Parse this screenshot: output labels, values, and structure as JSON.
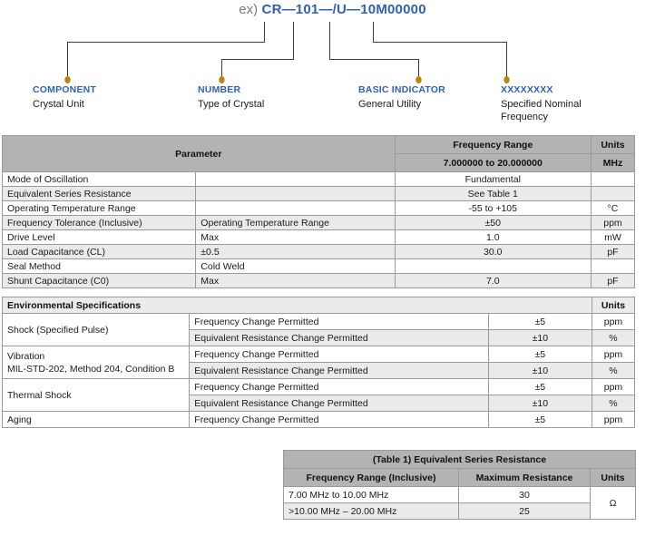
{
  "part_number": {
    "prefix": "ex)",
    "code": "CR—101—/U—10M00000"
  },
  "callouts": [
    {
      "title": "COMPONENT",
      "desc": "Crystal Unit"
    },
    {
      "title": "NUMBER",
      "desc": "Type of Crystal"
    },
    {
      "title": "BASIC INDICATOR",
      "desc": "General Utility"
    },
    {
      "title": "XXXXXXXX",
      "desc": "Specified Nominal Frequency"
    }
  ],
  "main_table": {
    "header": {
      "parameter": "Parameter",
      "frequency_range": "Frequency Range",
      "frequency_value": "7.000000 to 20.000000",
      "units": "Units",
      "units_value": "MHz"
    },
    "rows": [
      {
        "parameter": "Mode of Oscillation",
        "condition": "",
        "value": "Fundamental",
        "unit": ""
      },
      {
        "parameter": "Equivalent Series Resistance",
        "condition": "",
        "value": "See Table 1",
        "unit": ""
      },
      {
        "parameter": "Operating Temperature Range",
        "condition": "",
        "value": "-55 to +105",
        "unit": "°C"
      },
      {
        "parameter": "Frequency Tolerance (Inclusive)",
        "condition": "Operating Temperature Range",
        "value": "±50",
        "unit": "ppm"
      },
      {
        "parameter": "Drive Level",
        "condition": "Max",
        "value": "1.0",
        "unit": "mW"
      },
      {
        "parameter": "Load Capacitance (CL)",
        "condition": "±0.5",
        "value": "30.0",
        "unit": "pF"
      },
      {
        "parameter": "Seal Method",
        "condition": "Cold Weld",
        "value": "",
        "unit": ""
      },
      {
        "parameter": "Shunt Capacitance (C0)",
        "condition": "Max",
        "value": "7.0",
        "unit": "pF"
      }
    ]
  },
  "env_table": {
    "header": {
      "title": "Environmental Specifications",
      "units": "Units"
    },
    "groups": [
      {
        "label": "Shock (Specified Pulse)",
        "sub": "",
        "rows": [
          {
            "test": "Frequency Change Permitted",
            "value": "±5",
            "unit": "ppm"
          },
          {
            "test": "Equivalent Resistance Change Permitted",
            "value": "±10",
            "unit": "%"
          }
        ]
      },
      {
        "label": "Vibration",
        "sub": "MIL-STD-202, Method 204, Condition B",
        "rows": [
          {
            "test": "Frequency Change Permitted",
            "value": "±5",
            "unit": "ppm"
          },
          {
            "test": "Equivalent Resistance Change Permitted",
            "value": "±10",
            "unit": "%"
          }
        ]
      },
      {
        "label": "Thermal Shock",
        "sub": "",
        "rows": [
          {
            "test": "Frequency Change Permitted",
            "value": "±5",
            "unit": "ppm"
          },
          {
            "test": "Equivalent Resistance Change Permitted",
            "value": "±10",
            "unit": "%"
          }
        ]
      },
      {
        "label": "Aging",
        "sub": "",
        "rows": [
          {
            "test": "Frequency Change Permitted",
            "value": "±5",
            "unit": "ppm"
          }
        ]
      }
    ]
  },
  "table1": {
    "title": "(Table 1) Equivalent Series Resistance",
    "columns": {
      "frequency_range": "Frequency Range (Inclusive)",
      "maximum_resistance": "Maximum Resistance",
      "units": "Units"
    },
    "unit_symbol": "Ω",
    "rows": [
      {
        "range": "7.00 MHz to 10.00 MHz",
        "resistance": "30"
      },
      {
        "range": ">10.00 MHz – 20.00 MHz",
        "resistance": "25"
      }
    ]
  },
  "colors": {
    "accent_blue": "#2c62b8",
    "dot_gold": "#b8860b",
    "header_gray": "#b3b3b3",
    "row_shade": "#eaeaea",
    "border": "#9a9a9a"
  }
}
